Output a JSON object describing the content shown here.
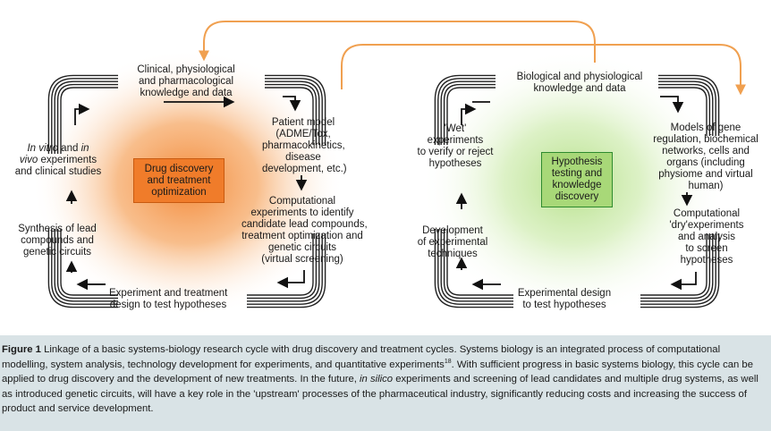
{
  "colors": {
    "orange_arrow": "#f0a050",
    "drug_box_fill": "#f07c2a",
    "hyp_box_fill": "#a8d878",
    "hyp_box_border": "#2e8b2e",
    "caption_bg": "#d9e3e6"
  },
  "left_cycle": {
    "center_box": [
      "Drug discovery",
      "and treatment",
      "optimization"
    ],
    "top": [
      "Clinical, physiological",
      "and pharmacological",
      "knowledge and data"
    ],
    "right_top": [
      "Patient model",
      "(ADME/Tox,",
      "pharmacokinetics,",
      "disease",
      "development, etc.)"
    ],
    "right_bottom": [
      "Computational",
      "experiments to identify",
      "candidate lead compounds,",
      "treatment optimization and",
      "genetic circuits",
      "(virtual screening)"
    ],
    "bottom": [
      "Experiment and treatment",
      "design to test hypotheses"
    ],
    "left_bottom": [
      "Synthesis of lead",
      "compounds and",
      "genetic circuits"
    ],
    "left_top": {
      "line1_a": "In vitro",
      "line1_b": " and ",
      "line1_c": "in",
      "line2_a": "vivo",
      "line2_b": " experiments",
      "line3": "and clinical studies"
    }
  },
  "right_cycle": {
    "center_box": [
      "Hypothesis",
      "testing and",
      "knowledge",
      "discovery"
    ],
    "top": [
      "Biological and physiological",
      "knowledge and data"
    ],
    "right_top": [
      "Models of gene",
      "regulation, biochemical",
      "networks, cells and",
      "organs (including",
      "physiome and virtual",
      "human)"
    ],
    "right_bottom": [
      "Computational",
      "'dry'experiments",
      "and analysis",
      "to screen",
      "hypotheses"
    ],
    "bottom": [
      "Experimental design",
      "to test hypotheses"
    ],
    "left_bottom": [
      "Development",
      "of experimental",
      "techniques"
    ],
    "left_top": [
      "'Wet'",
      "experiments",
      "to verify or reject",
      "hypotheses"
    ]
  },
  "caption": {
    "label": "Figure 1",
    "part1": " Linkage of a basic systems-biology research cycle with drug discovery and treatment cycles. Systems biology is an integrated process of computational modelling, system analysis, technology development for experiments, and quantitative experiments",
    "ref": "18",
    "part2": ". With sufficient progress in basic systems biology, this cycle can be applied to drug discovery and the development of new treatments. In the future, ",
    "italic": "in silico",
    "part3": " experiments and screening of lead candidates and multiple drug systems, as well as introduced genetic circuits, will have a key role in the 'upstream' processes of the pharmaceutical industry, significantly reducing costs and increasing the success of product and service development."
  }
}
